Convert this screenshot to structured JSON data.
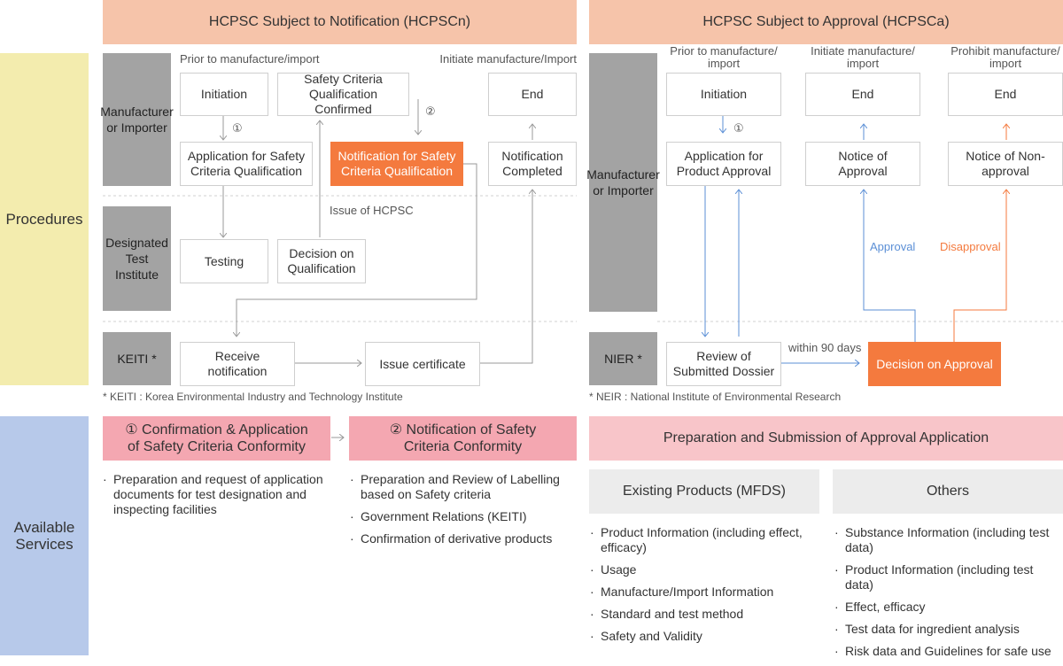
{
  "left_panel": {
    "header": "HCPSC Subject to Notification (HCPSCn)",
    "actors": {
      "manufacturer": "Manufacturer or Importer",
      "test_institute": "Designated Test Institute",
      "keiti": "KEITI *"
    },
    "labels": {
      "prior": "Prior to manufacture/import",
      "initiate": "Initiate manufacture/Import",
      "issue_hcpsc": "Issue of HCPSC",
      "step1": "①",
      "step2": "②"
    },
    "boxes": {
      "initiation": "Initiation",
      "safety_confirmed": "Safety Criteria Qualification Confirmed",
      "end": "End",
      "application": "Application for Safety Criteria Qualification",
      "notification": "Notification for Safety Criteria Qualification",
      "notification_completed": "Notification Completed",
      "testing": "Testing",
      "decision": "Decision on Qualification",
      "receive": "Receive notification",
      "issue_cert": "Issue certificate"
    },
    "footnote": "* KEITI : Korea Environmental Industry and Technology Institute"
  },
  "right_panel": {
    "header": "HCPSC Subject to Approval (HCPSCa)",
    "actors": {
      "manufacturer": "Manufacturer or Importer",
      "nier": "NIER *"
    },
    "labels": {
      "prior": "Prior to manufacture/ import",
      "initiate": "Initiate manufacture/ import",
      "prohibit": "Prohibit manufacture/ import",
      "step1": "①",
      "approval": "Approval",
      "disapproval": "Disapproval",
      "within": "within 90 days"
    },
    "boxes": {
      "initiation": "Initiation",
      "end1": "End",
      "end2": "End",
      "application": "Application for Product Approval",
      "notice_approval": "Notice of Approval",
      "notice_non": "Notice of Non-approval",
      "review": "Review of Submitted Dossier",
      "decision": "Decision on Approval"
    },
    "footnote": "* NEIR : National Institute of Environmental Research"
  },
  "sections": {
    "procedures": "Procedures",
    "services": "Available Services"
  },
  "services": {
    "s1_title": "① Confirmation & Application of Safety Criteria Conformity",
    "s1_items": [
      "Preparation and request of application documents for test designation and inspecting facilities"
    ],
    "s2_title": "② Notification of Safety Criteria Conformity",
    "s2_items": [
      "Preparation and Review of Labelling based on Safety criteria",
      "Government Relations (KEITI)",
      "Confirmation of derivative products"
    ],
    "s3_title": "Preparation and Submission of Approval Application",
    "existing_title": "Existing Products (MFDS)",
    "existing_items": [
      "Product Information (including effect, efficacy)",
      "Usage",
      "Manufacture/Import Information",
      "Standard and test method",
      "Safety and Validity"
    ],
    "others_title": "Others",
    "others_items": [
      "Substance Information (including test data)",
      "Product Information (including test data)",
      "Effect, efficacy",
      "Test data for ingredient analysis",
      "Risk data and Guidelines for safe use"
    ]
  },
  "colors": {
    "salmon": "#f6c4aa",
    "orange": "#f47a3e",
    "blue_line": "#5b8fd6",
    "yellow_side": "#f3ecae",
    "blue_side": "#b7c9ea",
    "pink": "#f4a7b1"
  }
}
